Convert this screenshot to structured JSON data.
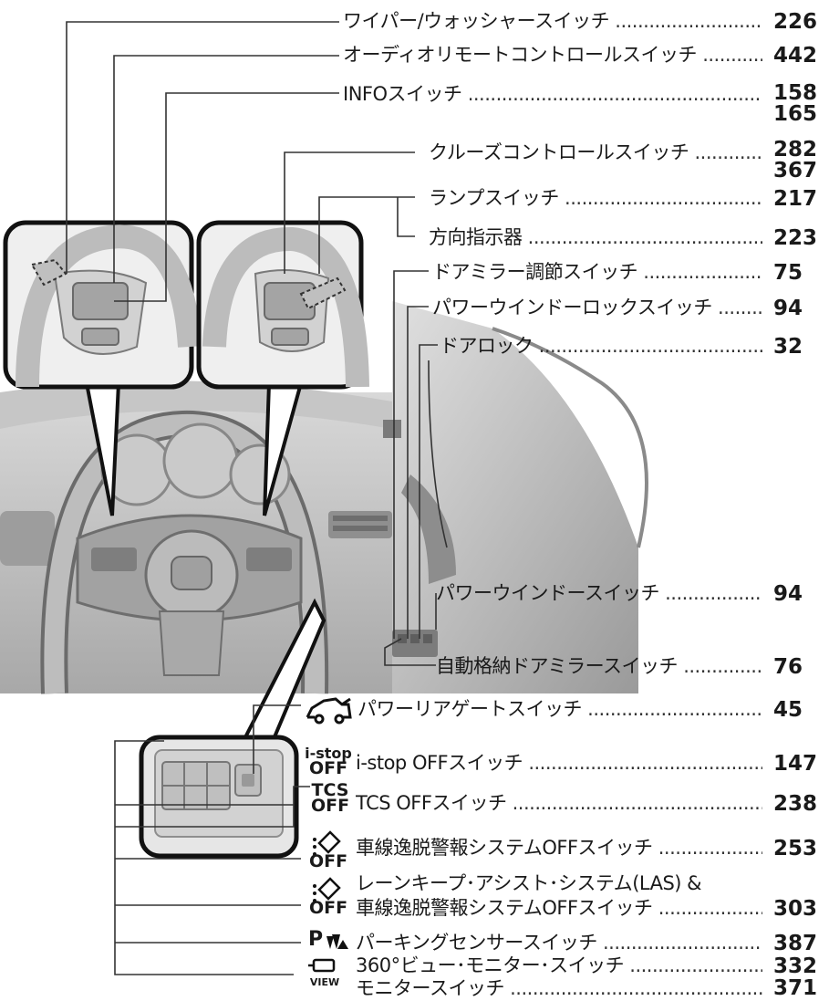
{
  "entries": [
    {
      "id": "wiper",
      "label": "ワイパー/ウォッシャースイッチ",
      "pages": [
        "226"
      ]
    },
    {
      "id": "audio-remote",
      "label": "オーディオリモートコントロールスイッチ",
      "pages": [
        "442"
      ]
    },
    {
      "id": "info",
      "label": "INFOスイッチ",
      "pages": [
        "158",
        "165"
      ]
    },
    {
      "id": "cruise",
      "label": "クルーズコントロールスイッチ",
      "pages": [
        "282",
        "367"
      ]
    },
    {
      "id": "lamp",
      "label": "ランプスイッチ",
      "pages": [
        "217"
      ]
    },
    {
      "id": "turn-signal",
      "label": "方向指示器",
      "pages": [
        "223"
      ]
    },
    {
      "id": "door-mirror",
      "label": "ドアミラー調節スイッチ",
      "pages": [
        "75"
      ]
    },
    {
      "id": "window-lock",
      "label": "パワーウインドーロックスイッチ",
      "pages": [
        "94"
      ]
    },
    {
      "id": "door-lock",
      "label": "ドアロック",
      "pages": [
        "32"
      ]
    },
    {
      "id": "power-window",
      "label": "パワーウインドースイッチ",
      "pages": [
        "94"
      ]
    },
    {
      "id": "auto-fold-mirror",
      "label": "自動格納ドアミラースイッチ",
      "pages": [
        "76"
      ]
    },
    {
      "id": "liftgate",
      "label": "パワーリアゲートスイッチ",
      "pages": [
        "45"
      ]
    },
    {
      "id": "istop",
      "label": "i-stop OFFスイッチ",
      "pages": [
        "147"
      ]
    },
    {
      "id": "tcs",
      "label": "TCS OFFスイッチ",
      "pages": [
        "238"
      ]
    },
    {
      "id": "ldw",
      "label": "車線逸脱警報システムOFFスイッチ",
      "pages": [
        "253"
      ]
    },
    {
      "id": "las-line1",
      "label": "レーンキープ･アシスト･システム(LAS) &",
      "pages": []
    },
    {
      "id": "las-line2",
      "label": "車線逸脱警報システムOFFスイッチ",
      "pages": [
        "303"
      ]
    },
    {
      "id": "parking",
      "label": "パーキングセンサースイッチ",
      "pages": [
        "387"
      ]
    },
    {
      "id": "view360",
      "label": "360°ビュー･モニター･スイッチ",
      "pages": [
        "332"
      ]
    },
    {
      "id": "monitor",
      "label": "モニタースイッチ",
      "pages": [
        "371"
      ]
    }
  ],
  "icons": {
    "istop": {
      "line1": "i-stop",
      "line2": "OFF"
    },
    "tcs": {
      "line1": "TCS",
      "line2": "OFF"
    },
    "ldw": {
      "line2": "OFF"
    },
    "las": {
      "line2": "OFF"
    },
    "parking": {
      "line1": "P"
    },
    "view": {
      "line2": "VIEW"
    }
  },
  "colors": {
    "text": "#1a1a1a",
    "line": "#333333",
    "illustration": "#b8b8b8",
    "callout_border": "#111111"
  }
}
